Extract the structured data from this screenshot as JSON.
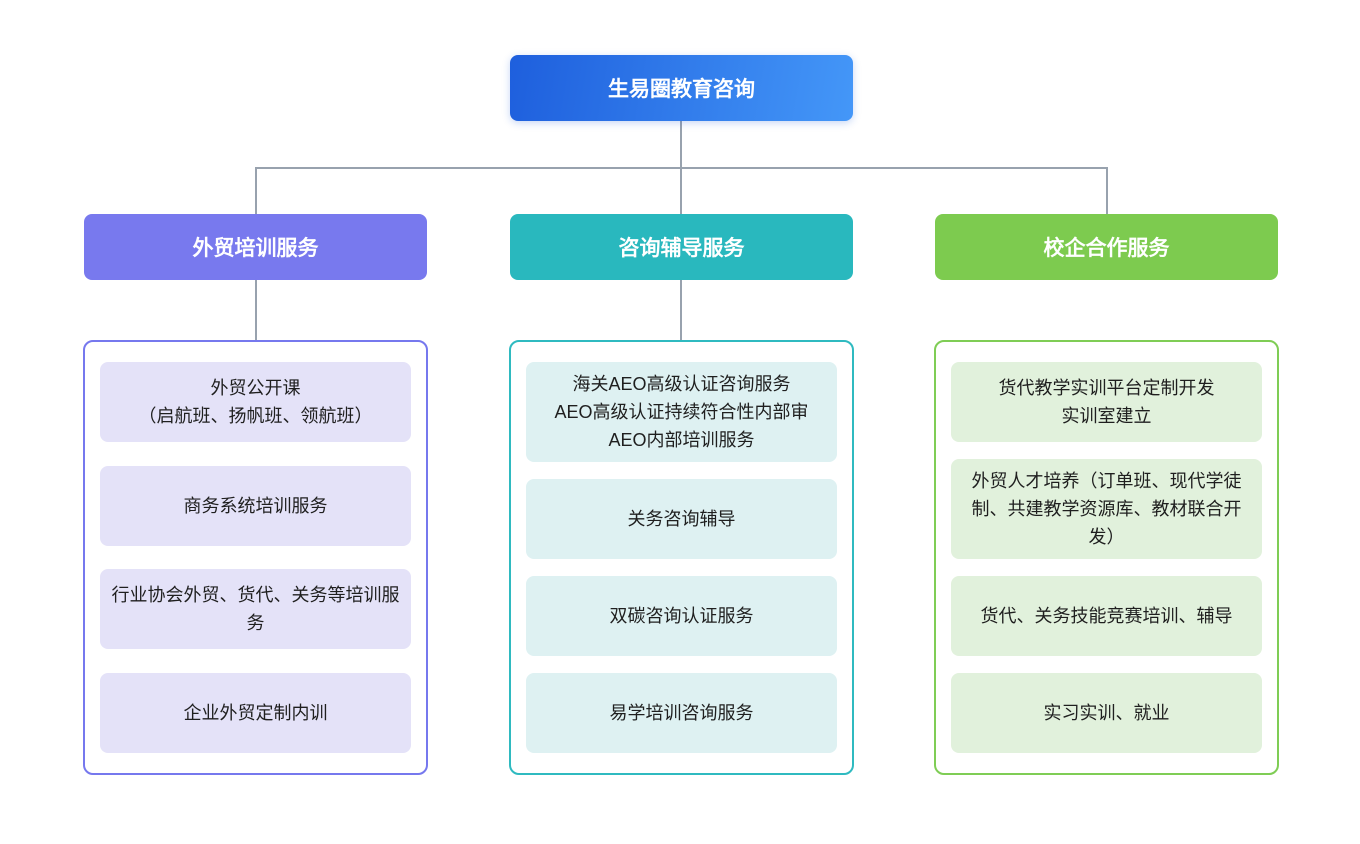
{
  "title": "生易圈教育咨询",
  "theme": {
    "background": "#FFFFFF",
    "root_gradient_from": "#1E5FDD",
    "root_gradient_to": "#4497F8",
    "connector_color": "#98A2AE",
    "item_text_color": "#1F1F1F",
    "node_text_color": "#FFFFFF"
  },
  "root": {
    "label": "生易圈教育咨询"
  },
  "branches": [
    {
      "label": "外贸培训服务",
      "header_color": "#7879EE",
      "border_color": "#7678EE",
      "item_bg_color": "#E4E2F8",
      "items": [
        [
          "外贸公开课",
          "（启航班、扬帆班、领航班）"
        ],
        [
          "商务系统培训服务"
        ],
        [
          "行业协会外贸、货代、关务等培训服务"
        ],
        [
          "企业外贸定制内训"
        ]
      ]
    },
    {
      "label": "咨询辅导服务",
      "header_color": "#29B8BE",
      "border_color": "#2FBAC0",
      "item_bg_color": "#DEF1F2",
      "items": [
        [
          "海关AEO高级认证咨询服务",
          "AEO高级认证持续符合性内部审",
          "AEO内部培训服务"
        ],
        [
          "关务咨询辅导"
        ],
        [
          "双碳咨询认证服务"
        ],
        [
          "易学培训咨询服务"
        ]
      ]
    },
    {
      "label": "校企合作服务",
      "header_color": "#7DCB4F",
      "border_color": "#7FCD55",
      "item_bg_color": "#E1F1DC",
      "items": [
        [
          "货代教学实训平台定制开发",
          "实训室建立"
        ],
        [
          "外贸人才培养（订单班、现代学徒制、共建教学资源库、教材联合开发）"
        ],
        [
          "货代、关务技能竞赛培训、辅导"
        ],
        [
          "实习实训、就业"
        ]
      ]
    }
  ]
}
